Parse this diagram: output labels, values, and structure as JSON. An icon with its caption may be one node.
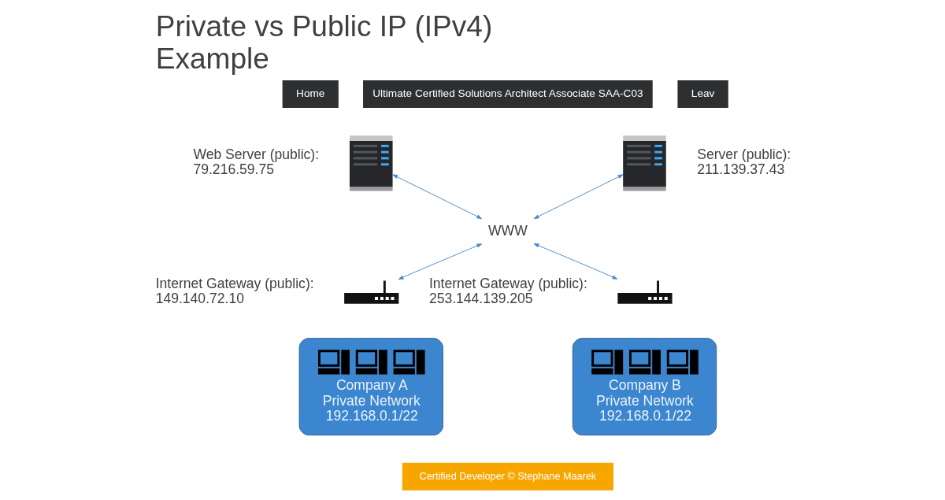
{
  "diagram": {
    "title": "Private vs Public IP (IPv4) Example",
    "nodes": [
      {
        "text": [],
        "shape": "picture",
        "beside": [
          "Web Server (public): 79.216.59.75"
        ]
      },
      {
        "text": [],
        "shape": "picture",
        "beside": [
          "Server (public): 211.139.37.43"
        ]
      },
      {
        "text": [
          "WWW"
        ]
      },
      {
        "text": [],
        "shape": "picture",
        "beside": [
          "Internet Gateway (public): 149.140.72.10"
        ]
      },
      {
        "text": [],
        "shape": "picture",
        "beside": [
          "Internet Gateway (public): 253.144.139.205"
        ]
      },
      {
        "text": [
          "Company A Private Network 192.168.0.1/22"
        ]
      },
      {
        "text": [
          "Company B Private Network 192.168.0.1/22"
        ]
      }
    ],
    "edges": [
      {
        "from": 0,
        "to": 2,
        "arrow": "both"
      },
      {
        "from": 1,
        "to": 2,
        "arrow": "both"
      },
      {
        "from": 2,
        "to": 3,
        "arrow": "both"
      },
      {
        "from": 2,
        "to": 4,
        "arrow": "both"
      }
    ],
    "labels": [
      "Home",
      "Ultimate Certified Solutions Architect Associate SAA-C03",
      "Leav",
      "Certified Developer © Stephane Maarek"
    ]
  }
}
